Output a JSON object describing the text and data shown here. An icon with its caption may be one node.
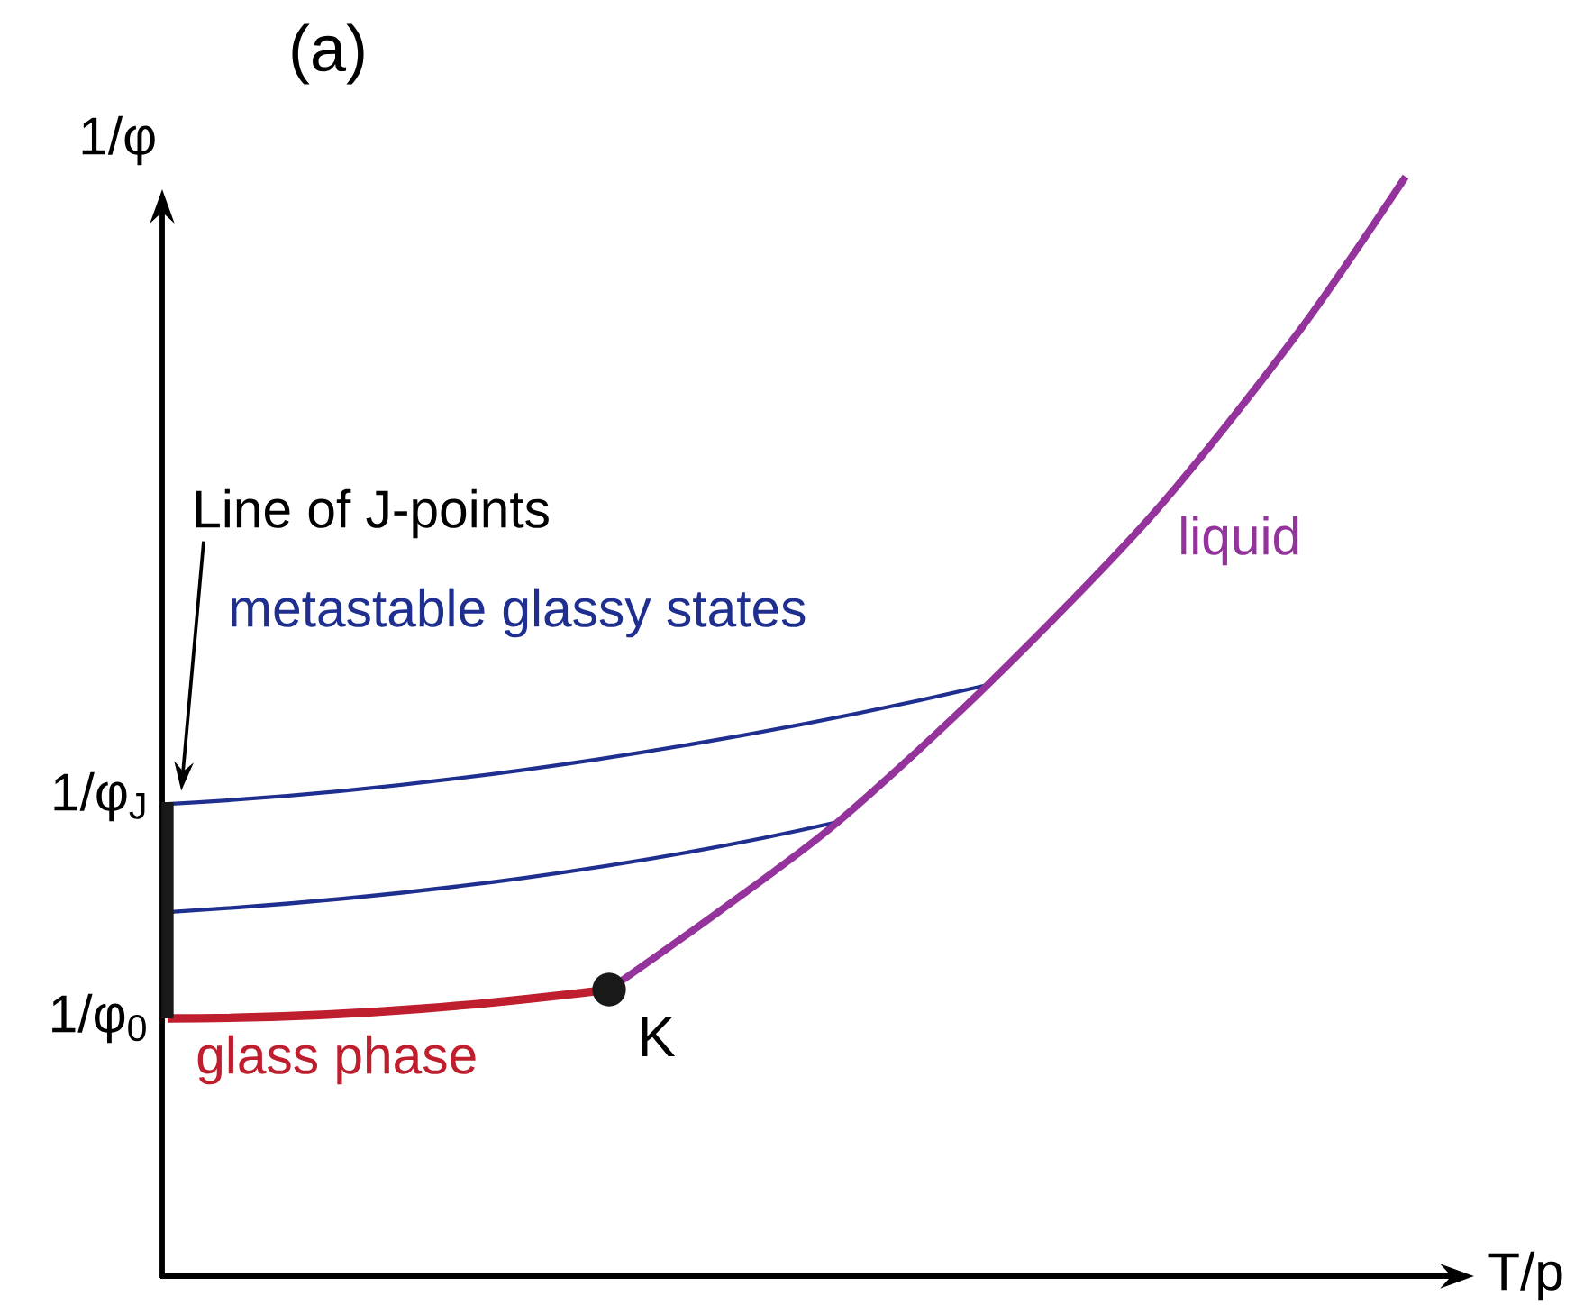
{
  "diagram": {
    "nodes": [
      {
        "text": [
          "Line of J-points"
        ]
      },
      {
        "text": [],
        "shape": "bar"
      }
    ],
    "edges": [
      {
        "from": 0,
        "to": 1,
        "arrow": "to"
      }
    ],
    "labels": [
      "(a)",
      "1/φ",
      "metastable glassy states",
      "liquid",
      "1/φ$_{J}$",
      "1/φ$_{0}$",
      "glass phase",
      "K",
      "T/p"
    ]
  }
}
